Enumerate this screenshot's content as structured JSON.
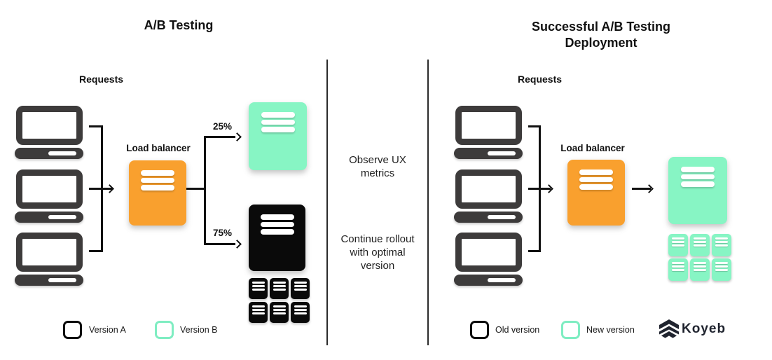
{
  "left": {
    "title": "A/B Testing",
    "requests": "Requests",
    "load_balancer": "Load balancer",
    "split_top_pct": "25%",
    "split_bottom_pct": "75%",
    "legend": [
      {
        "label": "Version A",
        "swatch_color": "#0A0A0A"
      },
      {
        "label": "Version B",
        "swatch_color": "#7FEDC2"
      }
    ]
  },
  "middle": {
    "note_observe": "Observe UX metrics",
    "note_continue": "Continue rollout with optimal version"
  },
  "right": {
    "title": "Successful A/B Testing Deployment",
    "requests": "Requests",
    "load_balancer": "Load balancer",
    "legend": [
      {
        "label": "Old version",
        "swatch_color": "#0A0A0A"
      },
      {
        "label": "New version",
        "swatch_color": "#7FEDC2"
      }
    ],
    "brand": "Koyeb"
  },
  "colors": {
    "laptop_dark": "#3D3B3B",
    "server_black": "#0A0A0A",
    "load_balancer_orange": "#F9A02E",
    "version_b_mint": "#87F5C4",
    "brand_navy": "#20242F"
  },
  "icons": {
    "laptop": "client-laptop",
    "server_lines": "horizontal-menu-lines",
    "brand_mark": "stacked-chevrons"
  }
}
